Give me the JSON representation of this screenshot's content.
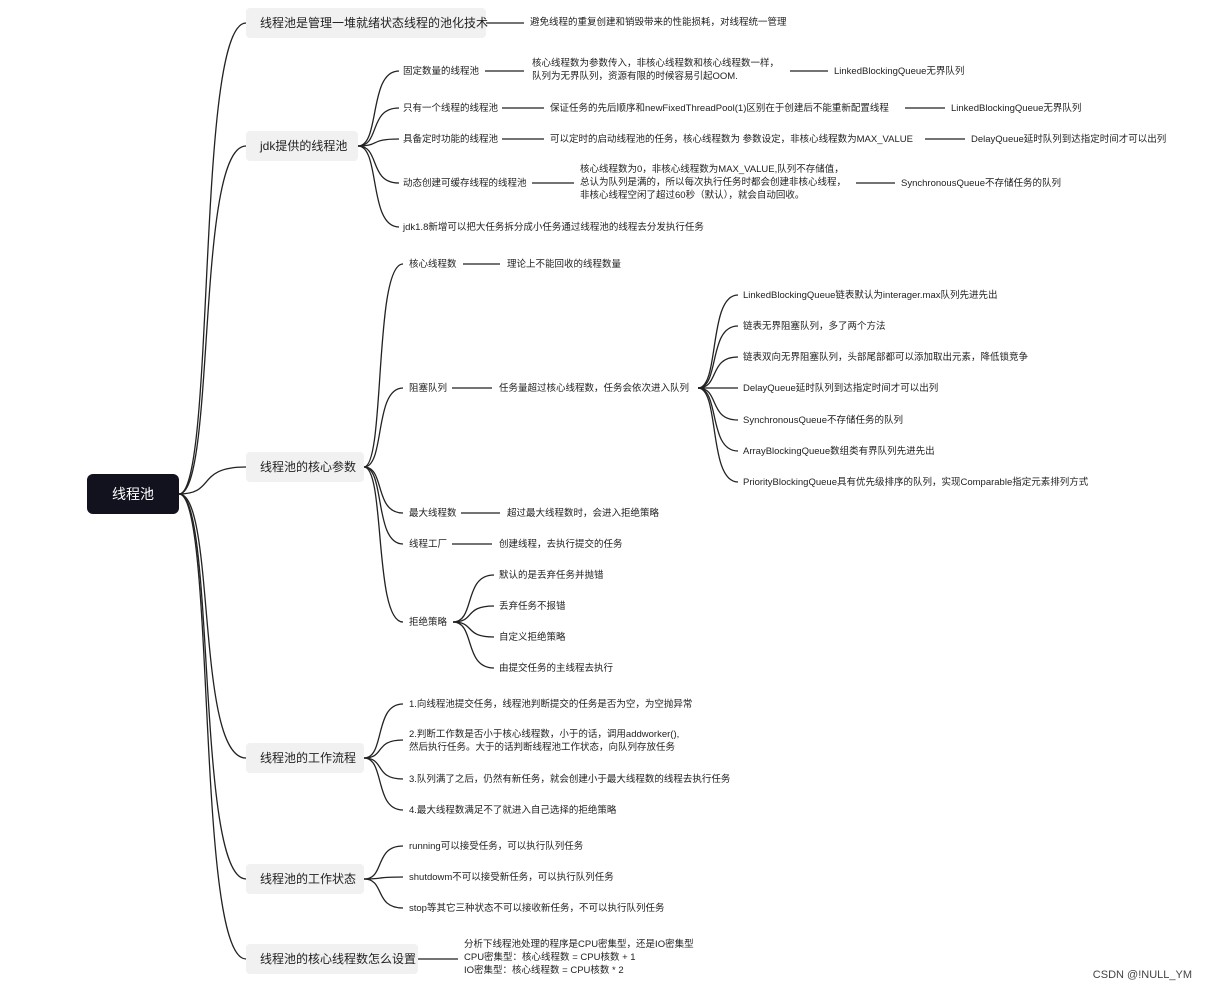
{
  "root": "线程池",
  "branches": {
    "b1": {
      "title": "线程池是管理一堆就绪状态线程的池化技术",
      "note": "避免线程的重复创建和销毁带来的性能损耗，对线程统一管理"
    },
    "b2": {
      "title": "jdk提供的线程池",
      "items": [
        {
          "label": "固定数量的线程池",
          "desc": "核心线程数为参数传入，非核心线程数和核心线程数一样，\n队列为无界队列，资源有限的时候容易引起OOM.",
          "queue": "LinkedBlockingQueue无界队列"
        },
        {
          "label": "只有一个线程的线程池",
          "desc": "保证任务的先后顺序和newFixedThreadPool(1)区别在于创建后不能重新配置线程",
          "queue": "LinkedBlockingQueue无界队列"
        },
        {
          "label": "具备定时功能的线程池",
          "desc": "可以定时的启动线程池的任务，核心线程数为 参数设定，非核心线程数为MAX_VALUE",
          "queue": "DelayQueue延时队列到达指定时间才可以出列"
        },
        {
          "label": "动态创建可缓存线程的线程池",
          "desc": "核心线程数为0，非核心线程数为MAX_VALUE,队列不存储值，\n总认为队列是满的，所以每次执行任务时都会创建非核心线程，\n非核心线程空闲了超过60秒（默认），就会自动回收。",
          "queue": "SynchronousQueue不存储任务的队列"
        },
        {
          "label": "jdk1.8新增可以把大任务拆分成小任务通过线程池的线程去分发执行任务"
        }
      ]
    },
    "b3": {
      "title": "线程池的核心参数",
      "core": {
        "label": "核心线程数",
        "desc": "理论上不能回收的线程数量"
      },
      "queue": {
        "label": "阻塞队列",
        "desc": "任务量超过核心线程数，任务会依次进入队列",
        "types": [
          "LinkedBlockingQueue链表默认为interager.max队列先进先出",
          "链表无界阻塞队列，多了两个方法",
          "链表双向无界阻塞队列，头部尾部都可以添加取出元素，降低锁竞争",
          "DelayQueue延时队列到达指定时间才可以出列",
          "SynchronousQueue不存储任务的队列",
          "ArrayBlockingQueue数组类有界队列先进先出",
          "PriorityBlockingQueue具有优先级排序的队列，实现Comparable指定元素排列方式"
        ]
      },
      "max": {
        "label": "最大线程数",
        "desc": "超过最大线程数时，会进入拒绝策略"
      },
      "factory": {
        "label": "线程工厂",
        "desc": "创建线程，去执行提交的任务"
      },
      "reject": {
        "label": "拒绝策略",
        "items": [
          "默认的是丢弃任务并抛错",
          "丢弃任务不报错",
          "自定义拒绝策略",
          "由提交任务的主线程去执行"
        ]
      }
    },
    "b4": {
      "title": "线程池的工作流程",
      "steps": [
        "1.向线程池提交任务，线程池判断提交的任务是否为空，为空抛异常",
        "2.判断工作数是否小于核心线程数，小于的话，调用addworker(),\n然后执行任务。大于的话判断线程池工作状态，向队列存放任务",
        "3.队列满了之后，仍然有新任务，就会创建小于最大线程数的线程去执行任务",
        "4.最大线程数满足不了就进入自己选择的拒绝策略"
      ]
    },
    "b5": {
      "title": "线程池的工作状态",
      "states": [
        "running可以接受任务，可以执行队列任务",
        "shutdowm不可以接受新任务，可以执行队列任务",
        "stop等其它三种状态不可以接收新任务，不可以执行队列任务"
      ]
    },
    "b6": {
      "title": "线程池的核心线程数怎么设置",
      "note": "分析下线程池处理的程序是CPU密集型，还是IO密集型\nCPU密集型：核心线程数 = CPU核数 + 1\nIO密集型：核心线程数 = CPU核数 * 2"
    }
  },
  "watermark": "CSDN @!NULL_YM"
}
